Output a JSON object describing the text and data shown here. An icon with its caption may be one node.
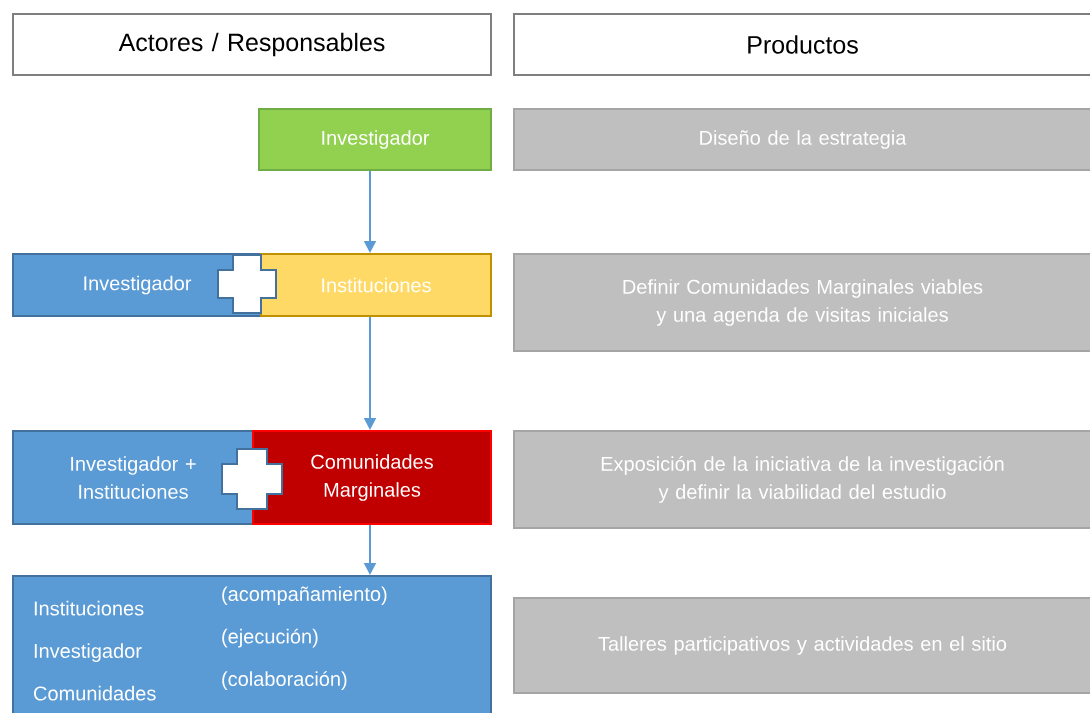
{
  "diagram": {
    "nodes": [
      {
        "text": [
          "Actores / Responsables"
        ]
      },
      {
        "text": [
          "Productos"
        ]
      },
      {
        "text": [
          "Investigador"
        ]
      },
      {
        "text": [
          "Diseño de la estrategia"
        ]
      },
      {
        "text": [
          "Investigador"
        ]
      },
      {
        "text": [
          "Instituciones"
        ]
      },
      {
        "text": [
          "Definir Comunidades Marginales viables y una agenda de visitas iniciales"
        ]
      },
      {
        "text": [
          "Investigador + Instituciones"
        ]
      },
      {
        "text": [
          "Comunidades Marginales"
        ]
      },
      {
        "text": [
          "Exposición de la iniciativa de la investigación y definir la viabilidad del estudio"
        ]
      },
      {
        "text": [
          "Instituciones",
          "(acompañamiento)",
          "Investigador",
          "(ejecución)",
          "Comunidades",
          "(colaboración)"
        ]
      },
      {
        "text": [
          "Talleres participativos y actividades en el sitio"
        ]
      }
    ],
    "edges": [
      {
        "from": 2,
        "to": 5,
        "arrow": "to"
      },
      {
        "from": 5,
        "to": 8,
        "arrow": "to"
      },
      {
        "from": 8,
        "to": 10,
        "arrow": "to"
      }
    ]
  }
}
